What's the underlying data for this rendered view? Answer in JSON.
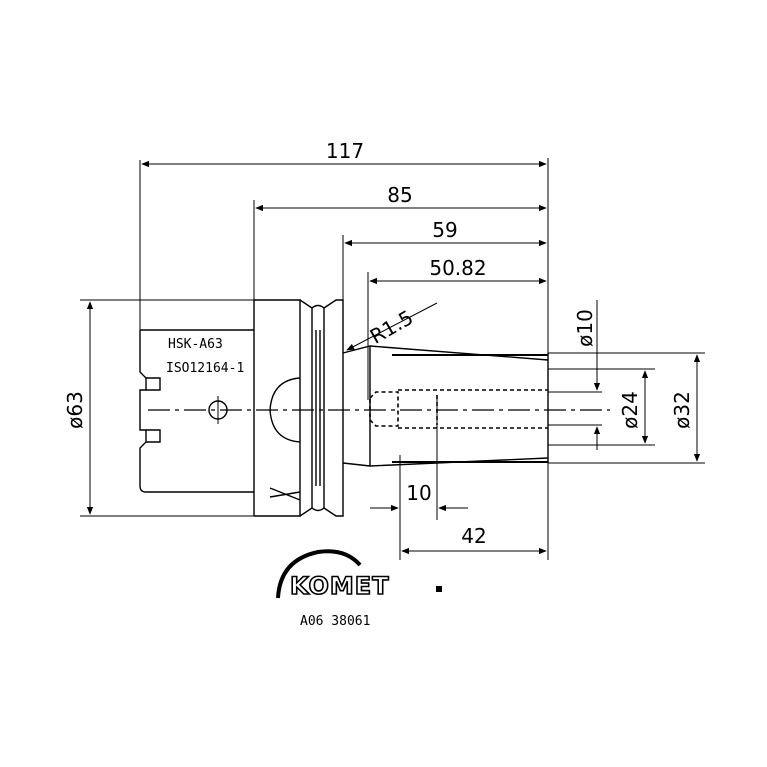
{
  "drawing": {
    "dimensions": {
      "overall_length": "117",
      "length_85": "85",
      "length_59": "59",
      "length_50_82": "50.82",
      "radius": "R1.5",
      "dia_10": "ø10",
      "dia_63": "ø63",
      "dia_24": "ø24",
      "dia_32": "ø32",
      "len_10": "10",
      "len_42": "42"
    },
    "labels": {
      "interface": "HSK-A63",
      "standard": "ISO12164-1"
    },
    "brand": {
      "name": "KOMET",
      "part_code": "A06 38061"
    }
  }
}
